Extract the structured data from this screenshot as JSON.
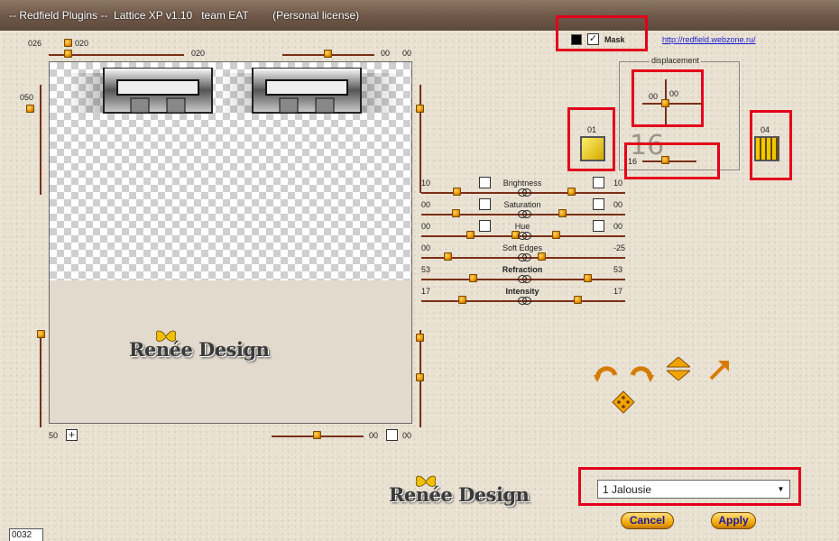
{
  "window": {
    "title": "-- Redfield Plugins --  Lattice XP v1.10   team EAT        (Personal license)"
  },
  "preview": {
    "top_left_value": "026",
    "top_slider_value": "020",
    "top_slider_value_2": "020",
    "top_right_value_a": "00",
    "top_right_value_b": "00",
    "left_slider_value": "050",
    "bottom_left_value": "50",
    "bottom_right_value_a": "00",
    "bottom_right_value_b": "00"
  },
  "mask": {
    "label": "Mask",
    "checked": true
  },
  "link": {
    "text": "http://redfield.webzone.ru/"
  },
  "displacement": {
    "label": "displacement",
    "x": "00",
    "y": "00",
    "big_value": "16",
    "slider_value": "16"
  },
  "swatches": {
    "left": {
      "number": "01",
      "color": "#e8c800"
    },
    "right": {
      "number": "04",
      "color": "#e8c800"
    }
  },
  "adjustments": [
    {
      "label": "Brightness",
      "left": "10",
      "right": "10",
      "bold": false,
      "checkbox": true
    },
    {
      "label": "Saturation",
      "left": "00",
      "right": "00",
      "bold": false,
      "checkbox": true
    },
    {
      "label": "Hue",
      "left": "00",
      "right": "00",
      "bold": false,
      "checkbox": true
    },
    {
      "label": "Soft Edges",
      "left": "00",
      "right": "-25",
      "bold": false,
      "checkbox": false
    },
    {
      "label": "Refraction",
      "left": "53",
      "right": "53",
      "bold": true,
      "checkbox": false
    },
    {
      "label": "Intensity",
      "left": "17",
      "right": "17",
      "bold": true,
      "checkbox": false
    }
  ],
  "pattern": {
    "selected": "1 Jalousie"
  },
  "buttons": {
    "cancel": "Cancel",
    "apply": "Apply"
  },
  "brand": {
    "text": "Renée Design"
  },
  "statusbox": {
    "value": "0032"
  },
  "colors": {
    "accent": "#e89400",
    "highlight": "#e3001b",
    "slider_track": "#7a2f18",
    "link": "#1a1ad0"
  }
}
